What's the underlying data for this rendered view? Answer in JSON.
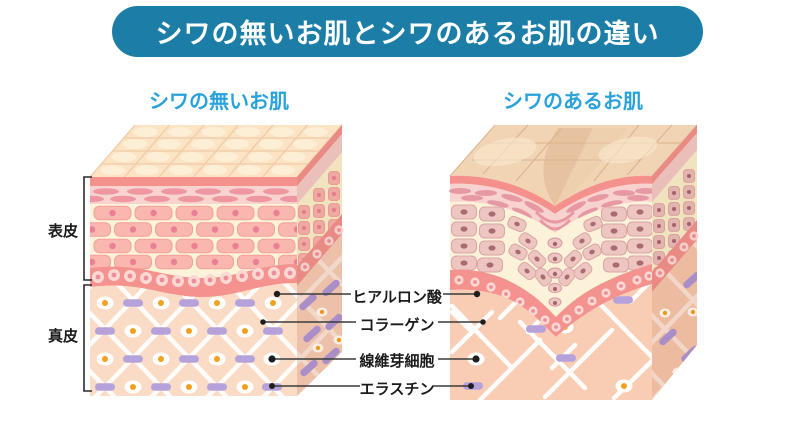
{
  "title": "シワの無いお肌とシワのあるお肌の違い",
  "headings": {
    "left": "シワの無いお肌",
    "right": "シワのあるお肌"
  },
  "skin_layers": {
    "epidermis": "表皮",
    "dermis": "真皮"
  },
  "annotations": {
    "hyaluronic_acid": "ヒアルロン酸",
    "collagen": "コラーゲン",
    "fibroblast": "線維芽細胞",
    "elastin": "エラスチン"
  },
  "colors": {
    "banner_bg": "#1c7ea7",
    "banner_text": "#ffffff",
    "heading_text": "#29a2d9",
    "label_text": "#1a1a1a",
    "surface_pink": "#f5918d",
    "epidermis_cream": "#fcf3da",
    "dermis_peach": "#fadbc5",
    "elastin_purple": "#b5a2da",
    "fibroblast_orange": "#f3a01e"
  }
}
